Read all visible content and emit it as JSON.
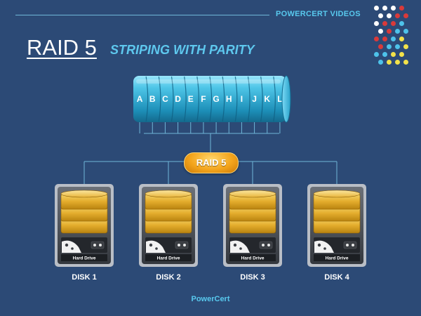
{
  "header": {
    "brand": "POWERCERT VIDEOS",
    "title": "RAID 5",
    "subtitle": "STRIPING WITH PARITY"
  },
  "data_blocks": [
    "A",
    "B",
    "C",
    "D",
    "E",
    "F",
    "G",
    "H",
    "I",
    "J",
    "K",
    "L"
  ],
  "raid_label": "RAID 5",
  "disks": [
    {
      "label": "DISK 1",
      "drive_text": "Hard Drive"
    },
    {
      "label": "DISK 2",
      "drive_text": "Hard Drive"
    },
    {
      "label": "DISK 3",
      "drive_text": "Hard Drive"
    },
    {
      "label": "DISK 4",
      "drive_text": "Hard Drive"
    }
  ],
  "footer": "PowerCert",
  "colors": {
    "background": "#2c4a76",
    "accent": "#58c9ee",
    "cylinder": "#4fc6e8",
    "badge": "#f4a51c",
    "platter": "#e8b53a"
  },
  "dot_colors": [
    "#ffffff",
    "#d93a3a",
    "#4ec3ea",
    "#f3e24a"
  ]
}
